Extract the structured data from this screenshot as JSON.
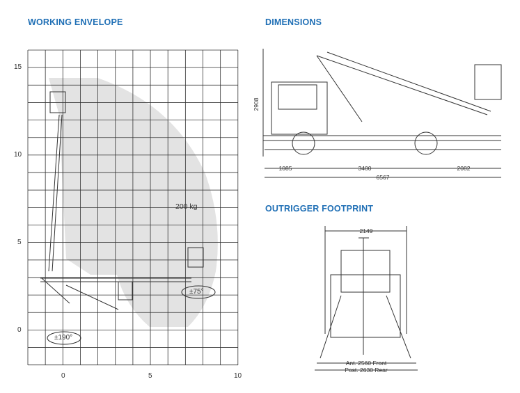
{
  "working_envelope": {
    "title": "WORKING ENVELOPE",
    "y_ticks": [
      "15",
      "10",
      "5",
      "0"
    ],
    "x_ticks": [
      "0",
      "5",
      "10"
    ],
    "load_label": "200 kg",
    "rotation_label": "±190°",
    "basket_rotation_label": "±75°"
  },
  "dimensions": {
    "title": "DIMENSIONS",
    "height": "2908",
    "front_overhang": "1085",
    "wheelbase": "3400",
    "rear_overhang": "2082",
    "total_length": "6567"
  },
  "outrigger_footprint": {
    "title": "OUTRIGGER FOOTPRINT",
    "width": "2149",
    "front": "Ant. 2560 Front",
    "rear": "Post. 2630 Rear"
  }
}
